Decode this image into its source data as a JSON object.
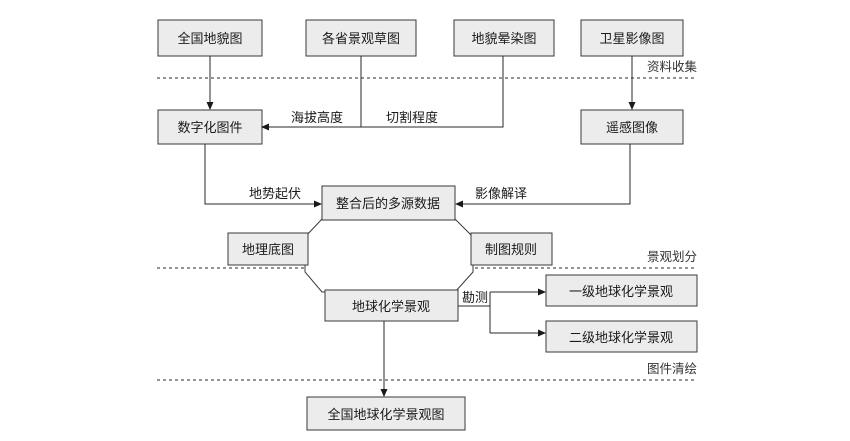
{
  "sources": {
    "national_landform_map": "全国地貌图",
    "provincial_landscape_sketch": "各省景观草图",
    "landform_shading_map": "地貌晕染图",
    "satellite_image": "卫星影像图"
  },
  "processed": {
    "digitized_map": "数字化图件",
    "remote_sensing_image": "遥感图像",
    "integrated_data": "整合后的多源数据",
    "geographic_base_map": "地理底图",
    "mapping_rules": "制图规则",
    "geochem_landscape": "地球化学景观",
    "level1_landscape": "一级地球化学景观",
    "level2_landscape": "二级地球化学景观",
    "national_map": "全国地球化学景观图"
  },
  "edge_labels": {
    "elevation": "海拔高度",
    "cutting_degree": "切割程度",
    "terrain_relief": "地势起伏",
    "image_interpretation": "影像解译",
    "survey": "勘测"
  },
  "sections": {
    "data_collection": "资料收集",
    "landscape_division": "景观划分",
    "map_drawing": "图件清绘"
  },
  "colors": {
    "box_fill": "#ececec",
    "stroke": "#3a3a3a"
  }
}
